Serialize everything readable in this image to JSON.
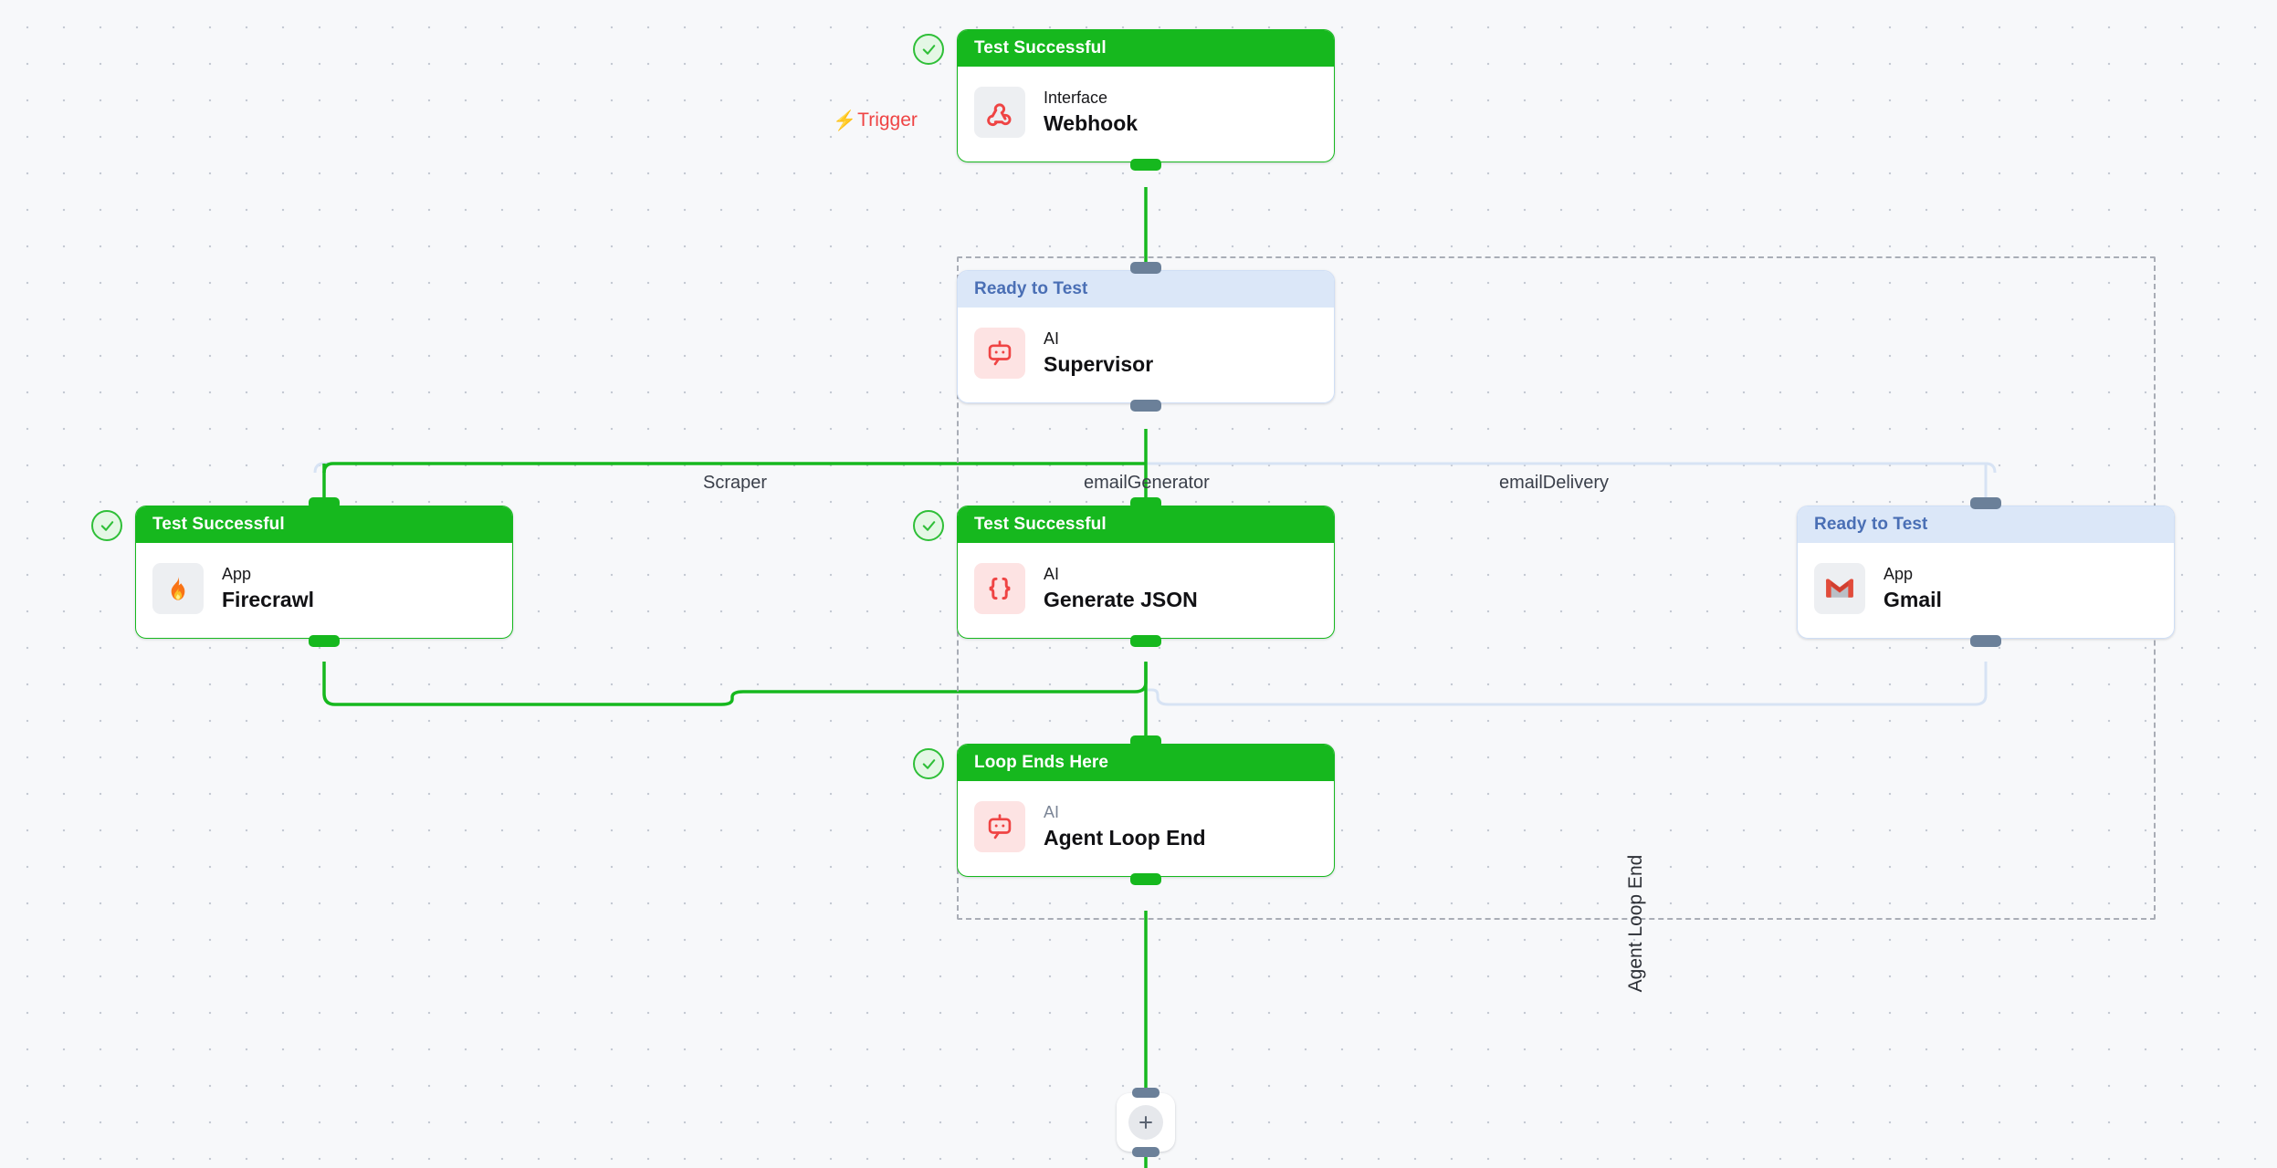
{
  "canvas": {
    "background_color": "#f7f8fa",
    "grid_dot_color": "#c5cad3"
  },
  "colors": {
    "success_green": "#16b81e",
    "ready_blue_bg": "#dbe7f8",
    "ready_blue_text": "#4a6fb5",
    "trigger_red": "#ef4444",
    "handle_slate": "#6b8099",
    "edge_idle": "#d7e3f4",
    "loop_dash": "#a9adb6"
  },
  "labels": {
    "trigger": "Trigger",
    "loop_group": "Agent Loop End",
    "add_node": "+"
  },
  "branch_labels": [
    {
      "name": "scraper",
      "text": "Scraper"
    },
    {
      "name": "email-generator",
      "text": "emailGenerator"
    },
    {
      "name": "email-delivery",
      "text": "emailDelivery"
    }
  ],
  "nodes": [
    {
      "id": "webhook",
      "status": "Test Successful",
      "state": "ok",
      "kind": "Interface",
      "title": "Webhook",
      "icon": "webhook-icon",
      "icon_style": "gray",
      "has_badge": true
    },
    {
      "id": "supervisor",
      "status": "Ready to Test",
      "state": "ready",
      "kind": "AI",
      "title": "Supervisor",
      "icon": "robot-icon",
      "icon_style": "pink",
      "has_badge": false
    },
    {
      "id": "firecrawl",
      "status": "Test Successful",
      "state": "ok",
      "kind": "App",
      "title": "Firecrawl",
      "icon": "flame-icon",
      "icon_style": "gray",
      "has_badge": true
    },
    {
      "id": "generate-json",
      "status": "Test Successful",
      "state": "ok",
      "kind": "AI",
      "title": "Generate JSON",
      "icon": "braces-icon",
      "icon_style": "pink",
      "has_badge": true
    },
    {
      "id": "gmail",
      "status": "Ready to Test",
      "state": "ready",
      "kind": "App",
      "title": "Gmail",
      "icon": "gmail-icon",
      "icon_style": "gray",
      "has_badge": false
    },
    {
      "id": "agent-loop-end",
      "status": "Loop Ends Here",
      "state": "ok",
      "kind": "AI",
      "title": "Agent Loop End",
      "icon": "robot-icon",
      "icon_style": "pink",
      "has_badge": true
    }
  ]
}
